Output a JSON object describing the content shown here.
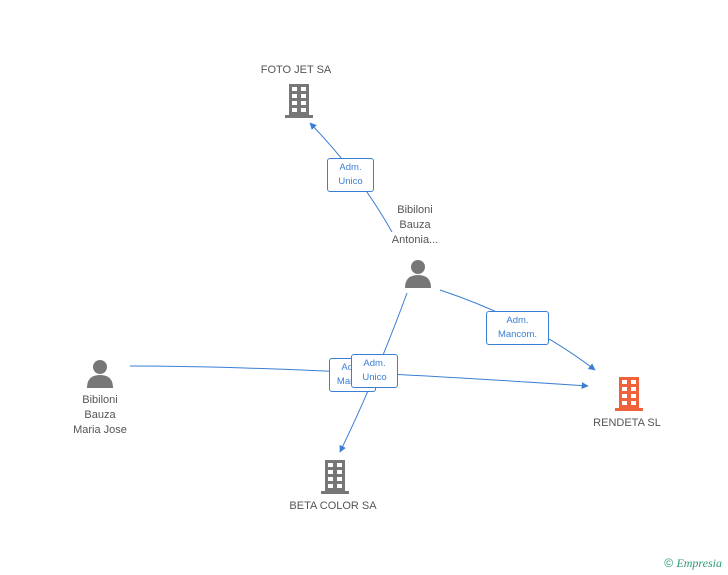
{
  "nodes": {
    "foto_jet": {
      "label": "FOTO JET SA"
    },
    "bibiloni_antonia": {
      "lines": [
        "Bibiloni",
        "Bauza",
        "Antonia..."
      ]
    },
    "bibiloni_maria": {
      "lines": [
        "Bibiloni",
        "Bauza",
        "Maria Jose"
      ]
    },
    "rendeta": {
      "label": "RENDETA SL"
    },
    "beta_color": {
      "label": "BETA COLOR SA"
    }
  },
  "edges": {
    "antonia_foto_jet": {
      "lines": [
        "Adm.",
        "Unico"
      ]
    },
    "antonia_rendeta": {
      "lines": [
        "Adm.",
        "Mancom."
      ]
    },
    "maria_rendeta": {
      "lines": [
        "Adm.",
        "Manc..."
      ]
    },
    "antonia_beta_color": {
      "lines": [
        "Adm.",
        "Unico"
      ]
    }
  },
  "colors": {
    "edge": "#3a7fd5",
    "company_icon": "#777777",
    "focus_company_icon": "#f0623a",
    "person_icon": "#777777"
  },
  "footer": {
    "copyright_symbol": "©",
    "brand": "Empresia"
  }
}
